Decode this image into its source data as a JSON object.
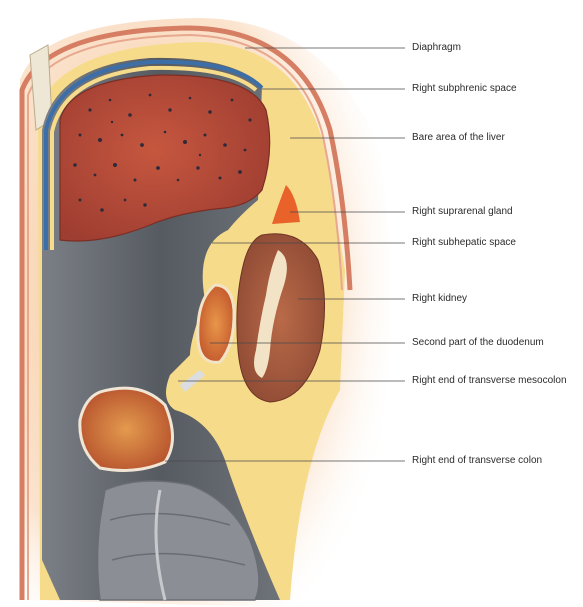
{
  "labels": [
    "Diaphragm",
    "Right subphrenic space",
    "Bare area of the liver",
    "Right suprarenal gland",
    "Right subhepatic space",
    "Right kidney",
    "Second part of the duodenum",
    "Right end of transverse mesocolon",
    "Right end of transverse colon"
  ],
  "colors": {
    "liver": "#b84a3a",
    "peritoneal_space": "#5e6168",
    "fat": "#f6dc8a",
    "kidney": "#a35a3e",
    "suprarenal": "#e8622a",
    "diaphragm": "#d68a70"
  }
}
